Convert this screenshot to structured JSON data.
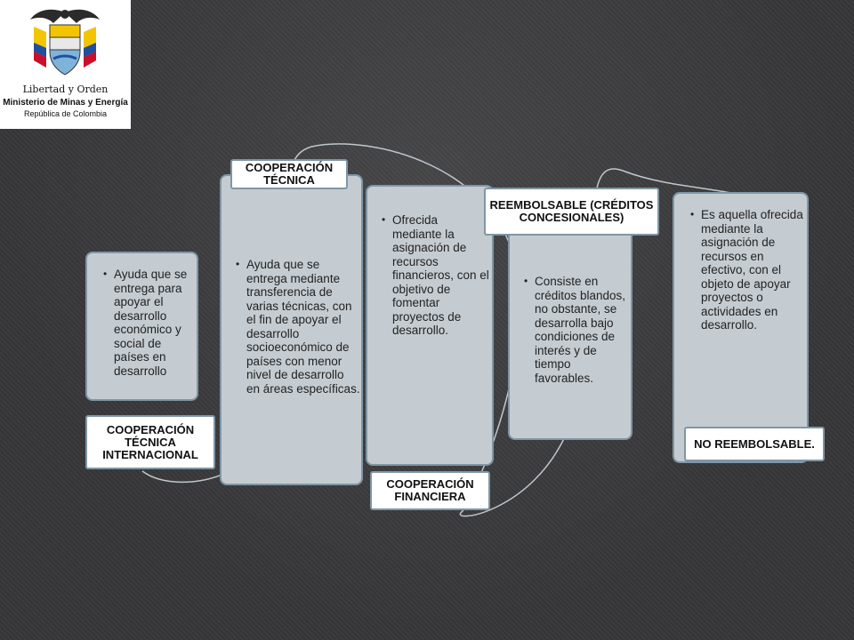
{
  "logo": {
    "line1": "Libertad y Orden",
    "line2": "Ministerio de Minas y Energía",
    "line3": "República de Colombia"
  },
  "labels": {
    "internacional": "COOPERACIÓN TÉCNICA INTERNACIONAL",
    "tecnica": "COOPERACIÓN TÉCNICA",
    "financiera": "COOPERACIÓN FINANCIERA",
    "reembolsable": "REEMBOLSABLE (CRÉDITOS CONCESIONALES)",
    "no_reembolsable": "NO REEMBOLSABLE."
  },
  "cards": {
    "internacional": "Ayuda que se entrega para apoyar el desarrollo económico y social de países en desarrollo",
    "tecnica": "Ayuda que se entrega mediante transferencia de varias técnicas, con el fin de apoyar el desarrollo socioeconómico de países con menor nivel de desarrollo en áreas específicas.",
    "financiera": "Ofrecida mediante la asignación de recursos financieros, con el objetivo de fomentar proyectos de desarrollo.",
    "reembolsable": "Consiste en créditos blandos, no obstante, se desarrolla bajo condiciones de interés y de tiempo favorables.",
    "no_reembolsable": "Es aquella ofrecida mediante la asignación de recursos en efectivo, con el objeto de apoyar proyectos o actividades en desarrollo."
  }
}
